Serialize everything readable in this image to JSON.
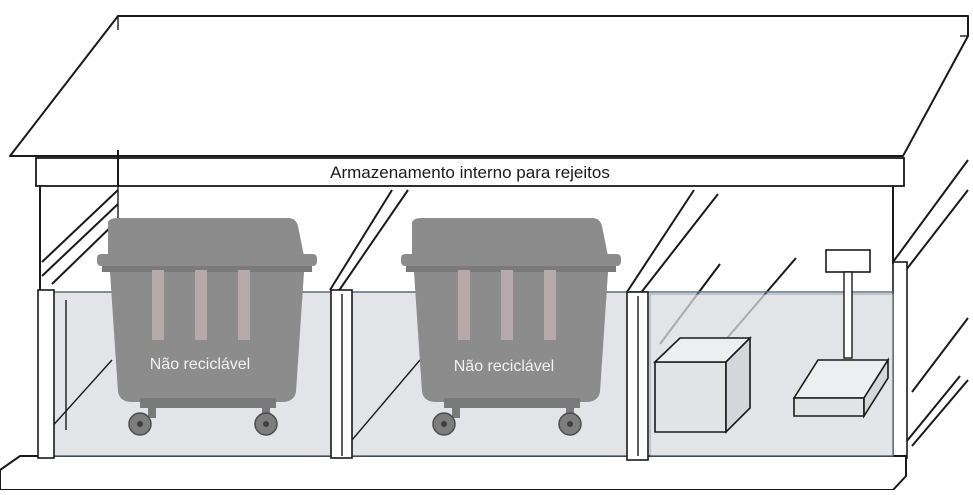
{
  "diagram": {
    "banner_label": "Armazenamento interno para rejeitos",
    "containers": [
      {
        "label": "Não reciclável",
        "icon": "waste-container-icon"
      },
      {
        "label": "Não reciclável",
        "icon": "waste-container-icon"
      }
    ],
    "colors": {
      "line": "#1a1a1a",
      "container": "#8c8c8c",
      "container_text": "#f2f2f2",
      "glass_wall": "#d9dcdf"
    }
  }
}
